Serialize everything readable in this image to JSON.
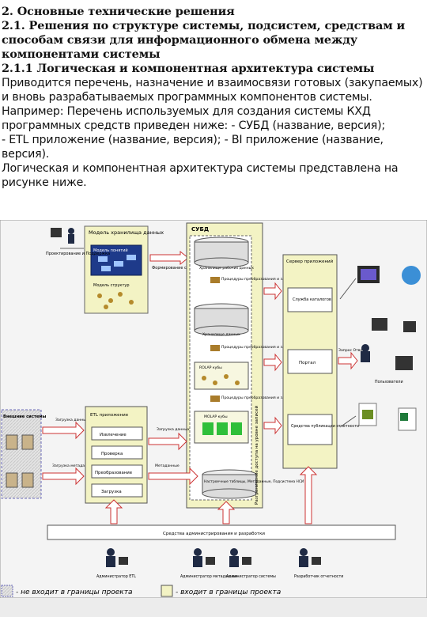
{
  "heading_2": "2. Основные технические решения",
  "heading_2_1": "2.1. Решения по структуре системы, подсистем, средствам и способам связи для информационного обмена между компонентами системы",
  "heading_2_1_1": "2.1.1 Логическая и компонентная архитектура системы",
  "para_1": "Приводится перечень, назначение и взаимосвязи готовых (закупаемых) и вновь разрабатываемых программных компонентов системы.",
  "para_2": "Например: Перечень используемых для создания системы КХД программных средств приведен ниже: - СУБД (название, версия);",
  "para_3": "- ETL приложение (название, версия); - BI приложение (название, версия).",
  "para_4": "Логическая и компонентная архитектура системы представлена на рисунке ниже.",
  "diagram": {
    "model_block": "Модель хранилища данных",
    "model_objects": "Модель понятий",
    "model_structures": "Модель структур",
    "model_design": "Проектирование и Поддержка",
    "form_structures": "Формирование структур",
    "subd": "СУБД",
    "work_area": "Хранилище рабочих данных",
    "transform_1": "Процедуры преобразования и загрузки",
    "dwh": "Хранилище данных",
    "transform_2": "Процедуры преобразования и загрузки",
    "rolap": "ROLAP кубы",
    "transform_3": "Процедуры преобразования и загрузки",
    "molap": "MOLAP кубы",
    "metadata_store": "Настроечные таблицы, Метаданные, Подсистема НСИ",
    "access_control": "Разграничение доступа на уровне записей",
    "app_server": "Сервер приложений",
    "catalog_service": "Служба каталогов",
    "portal": "Портал",
    "publishing": "Средства публикации отчетности",
    "report_request": "Запрос Ответ",
    "users": "Пользователи",
    "external_systems": "Внешние системы",
    "load_data": "Загрузка данных",
    "load_metadata": "Загрузка метаданных",
    "etl_app": "ETL приложение",
    "extract": "Извлечение",
    "check": "Проверка",
    "transform": "Преобразование",
    "load": "Загрузка",
    "data_load_arrow": "Загрузка данных",
    "metadata_arrow": "Метаданные",
    "admin_tools": "Средства администрирования и разработки",
    "admin_etl": "Администратор ETL",
    "admin_metadata": "Администратор метаданных",
    "admin_system": "Администратор системы",
    "report_dev": "Разработчик отчетности",
    "legend_out": "- не входит в границы проекта",
    "legend_in": "- входит в границы проекта"
  }
}
